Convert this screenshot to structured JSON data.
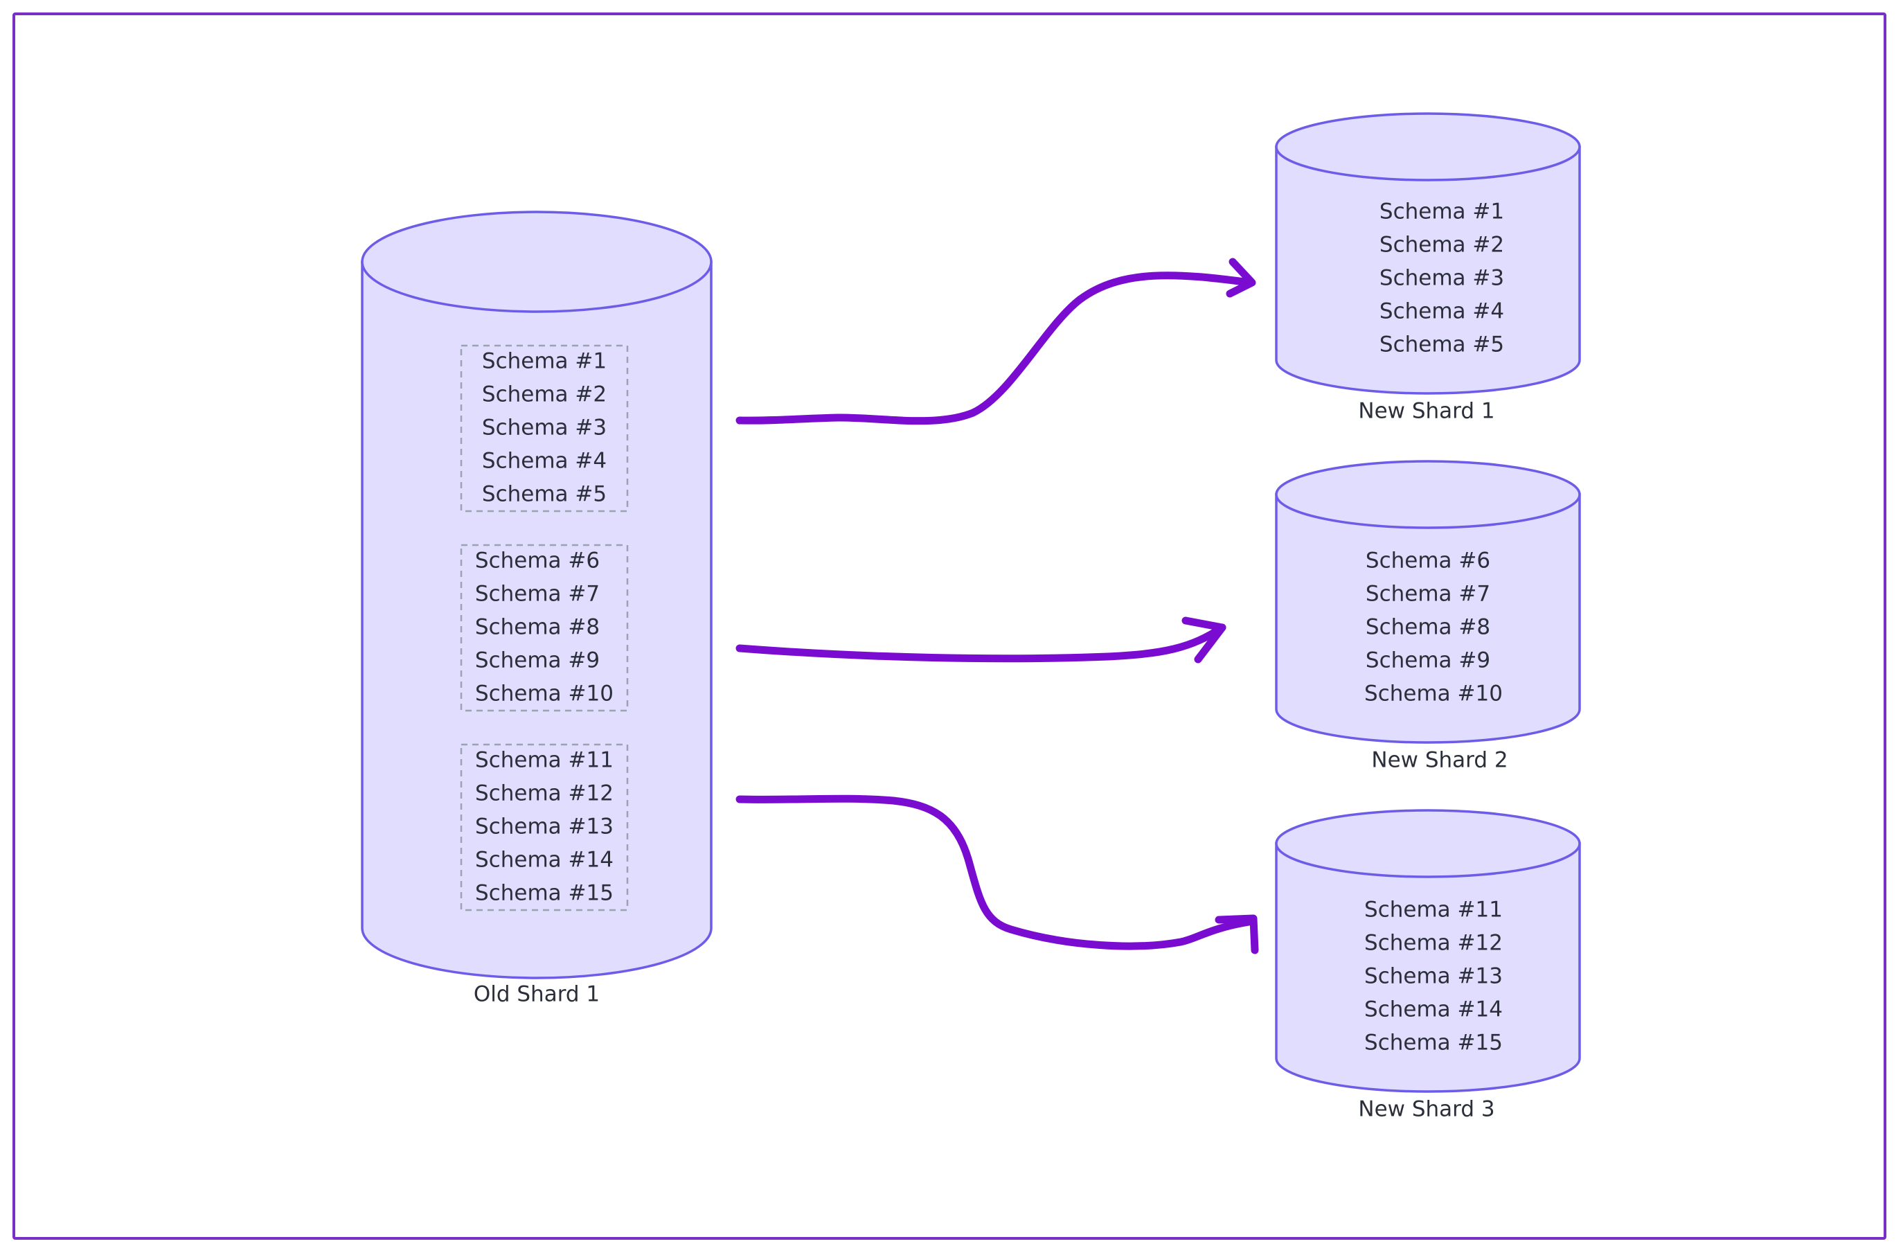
{
  "old_shard": {
    "label": "Old Shard 1",
    "groups": [
      [
        "Schema #1",
        "Schema #2",
        "Schema #3",
        "Schema #4",
        "Schema #5"
      ],
      [
        "Schema #6",
        "Schema #7",
        "Schema #8",
        "Schema #9",
        "Schema #10"
      ],
      [
        "Schema #11",
        "Schema #12",
        "Schema #13",
        "Schema #14",
        "Schema #15"
      ]
    ]
  },
  "new_shards": [
    {
      "label": "New Shard 1",
      "schemas": [
        "Schema #1",
        "Schema #2",
        "Schema #3",
        "Schema #4",
        "Schema #5"
      ]
    },
    {
      "label": "New Shard 2",
      "schemas": [
        "Schema #6",
        "Schema #7",
        "Schema #8",
        "Schema #9",
        "Schema #10"
      ]
    },
    {
      "label": "New Shard 3",
      "schemas": [
        "Schema #11",
        "Schema #12",
        "Schema #13",
        "Schema #14",
        "Schema #15"
      ]
    }
  ],
  "colors": {
    "frame": "#7b2fc9",
    "cylinder_fill": "#e0ddff",
    "cylinder_stroke": "#6c5ce7",
    "arrow": "#7a0bd1",
    "group_border": "#9aa3b0",
    "text": "#2b2f3a"
  }
}
